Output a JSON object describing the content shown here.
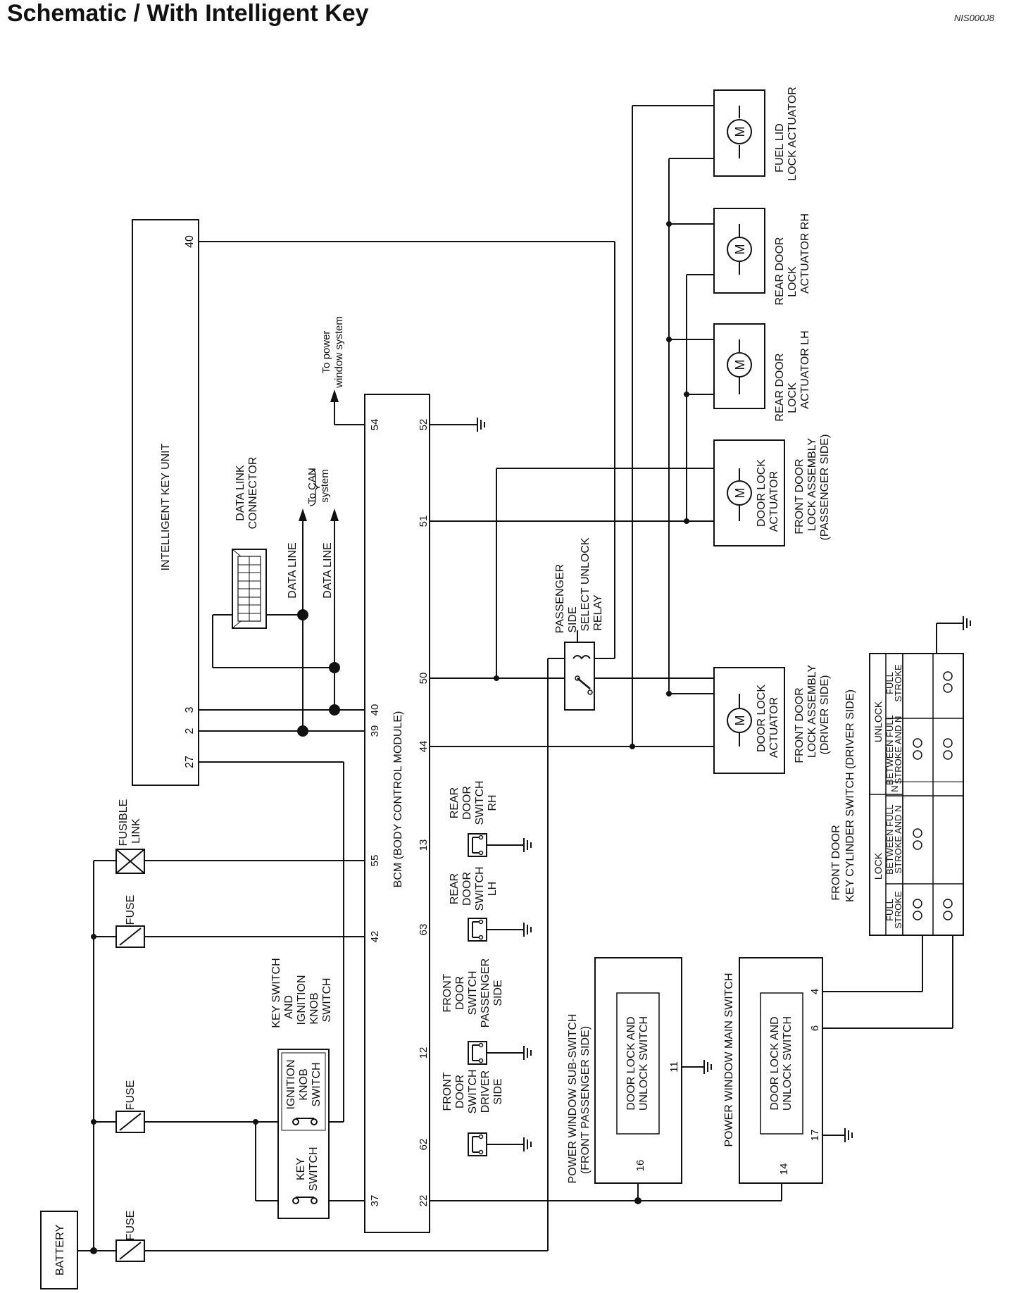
{
  "header": {
    "title": "Schematic / With Intelligent Key",
    "code": "NIS000J8"
  },
  "components": {
    "battery": "BATTERY",
    "fuse_1": "FUSE",
    "fuse_2": "FUSE",
    "fuse_3": "FUSE",
    "fusible_link": [
      "FUSIBLE",
      "LINK"
    ],
    "key_switch_title": [
      "KEY SWITCH",
      "AND",
      "IGNITION",
      "KNOB",
      "SWITCH"
    ],
    "ign_knob_switch": [
      "IGNITION",
      "KNOB",
      "SWITCH"
    ],
    "key_switch": [
      "KEY",
      "SWITCH"
    ],
    "intelligent_key_unit": "INTELLIGENT KEY UNIT",
    "data_link_connector": [
      "DATA LINK",
      "CONNECTOR"
    ],
    "data_line_1": "DATA LINE",
    "data_line_2": "DATA LINE",
    "to_can": [
      "To CAN",
      "system"
    ],
    "to_power_window": [
      "To power",
      "window system"
    ],
    "bcm": "BCM (BODY CONTROL MODULE)",
    "front_door_sw_driver": [
      "FRONT",
      "DOOR",
      "SWITCH",
      "DRIVER",
      "SIDE"
    ],
    "front_door_sw_passenger": [
      "FRONT",
      "DOOR",
      "SWITCH",
      "PASSENGER",
      "SIDE"
    ],
    "rear_door_sw_lh": [
      "REAR",
      "DOOR",
      "SWITCH",
      "LH"
    ],
    "rear_door_sw_rh": [
      "REAR",
      "DOOR",
      "SWITCH",
      "RH"
    ],
    "relay": [
      "PASSENGER",
      "SIDE",
      "SELECT UNLOCK",
      "RELAY"
    ],
    "driver_actuator": [
      "DOOR LOCK",
      "ACTUATOR"
    ],
    "driver_assembly": [
      "FRONT DOOR",
      "LOCK ASSEMBLY",
      "(DRIVER SIDE)"
    ],
    "passenger_actuator": [
      "DOOR LOCK",
      "ACTUATOR"
    ],
    "passenger_assembly": [
      "FRONT DOOR",
      "LOCK ASSEMBLY",
      "(PASSENGER SIDE)"
    ],
    "rear_lh_actuator": [
      "REAR DOOR",
      "LOCK",
      "ACTUATOR LH"
    ],
    "rear_rh_actuator": [
      "REAR DOOR",
      "LOCK",
      "ACTUATOR RH"
    ],
    "fuel_lid_actuator": [
      "FUEL LID",
      "LOCK ACTUATOR"
    ],
    "motor_symbol": "M",
    "pw_sub_switch": [
      "POWER WINDOW SUB-SWITCH",
      "(FRONT PASSENGER SIDE)"
    ],
    "pw_sub_inner": [
      "DOOR LOCK AND",
      "UNLOCK SWITCH"
    ],
    "pw_main_switch": "POWER WINDOW MAIN SWITCH",
    "pw_main_inner": [
      "DOOR LOCK AND",
      "UNLOCK SWITCH"
    ],
    "key_cyl_title": [
      "FRONT DOOR",
      "KEY CYLINDER SWITCH (DRIVER SIDE)"
    ],
    "key_cyl_lock": "LOCK",
    "key_cyl_unlock": "UNLOCK",
    "key_cyl_full_1": [
      "FULL",
      "STROKE"
    ],
    "key_cyl_between_1": [
      "BETWEEN FULL",
      "STROKE AND N"
    ],
    "key_cyl_n": "N",
    "key_cyl_between_2": [
      "BETWEEN FULL",
      "STROKE AND N"
    ],
    "key_cyl_full_2": [
      "FULL",
      "STROKE"
    ]
  },
  "pins": {
    "iku_40": "40",
    "iku_3": "3",
    "iku_2": "2",
    "iku_27": "27",
    "bcm_54": "54",
    "bcm_52": "52",
    "bcm_51": "51",
    "bcm_50": "50",
    "bcm_44": "44",
    "bcm_40": "40",
    "bcm_39": "39",
    "bcm_55": "55",
    "bcm_42": "42",
    "bcm_37": "37",
    "bcm_22": "22",
    "bcm_13": "13",
    "bcm_63": "63",
    "bcm_12": "12",
    "bcm_62": "62",
    "pws_16": "16",
    "pws_11": "11",
    "pwm_14": "14",
    "pwm_17": "17",
    "pwm_6": "6",
    "pwm_4": "4"
  }
}
